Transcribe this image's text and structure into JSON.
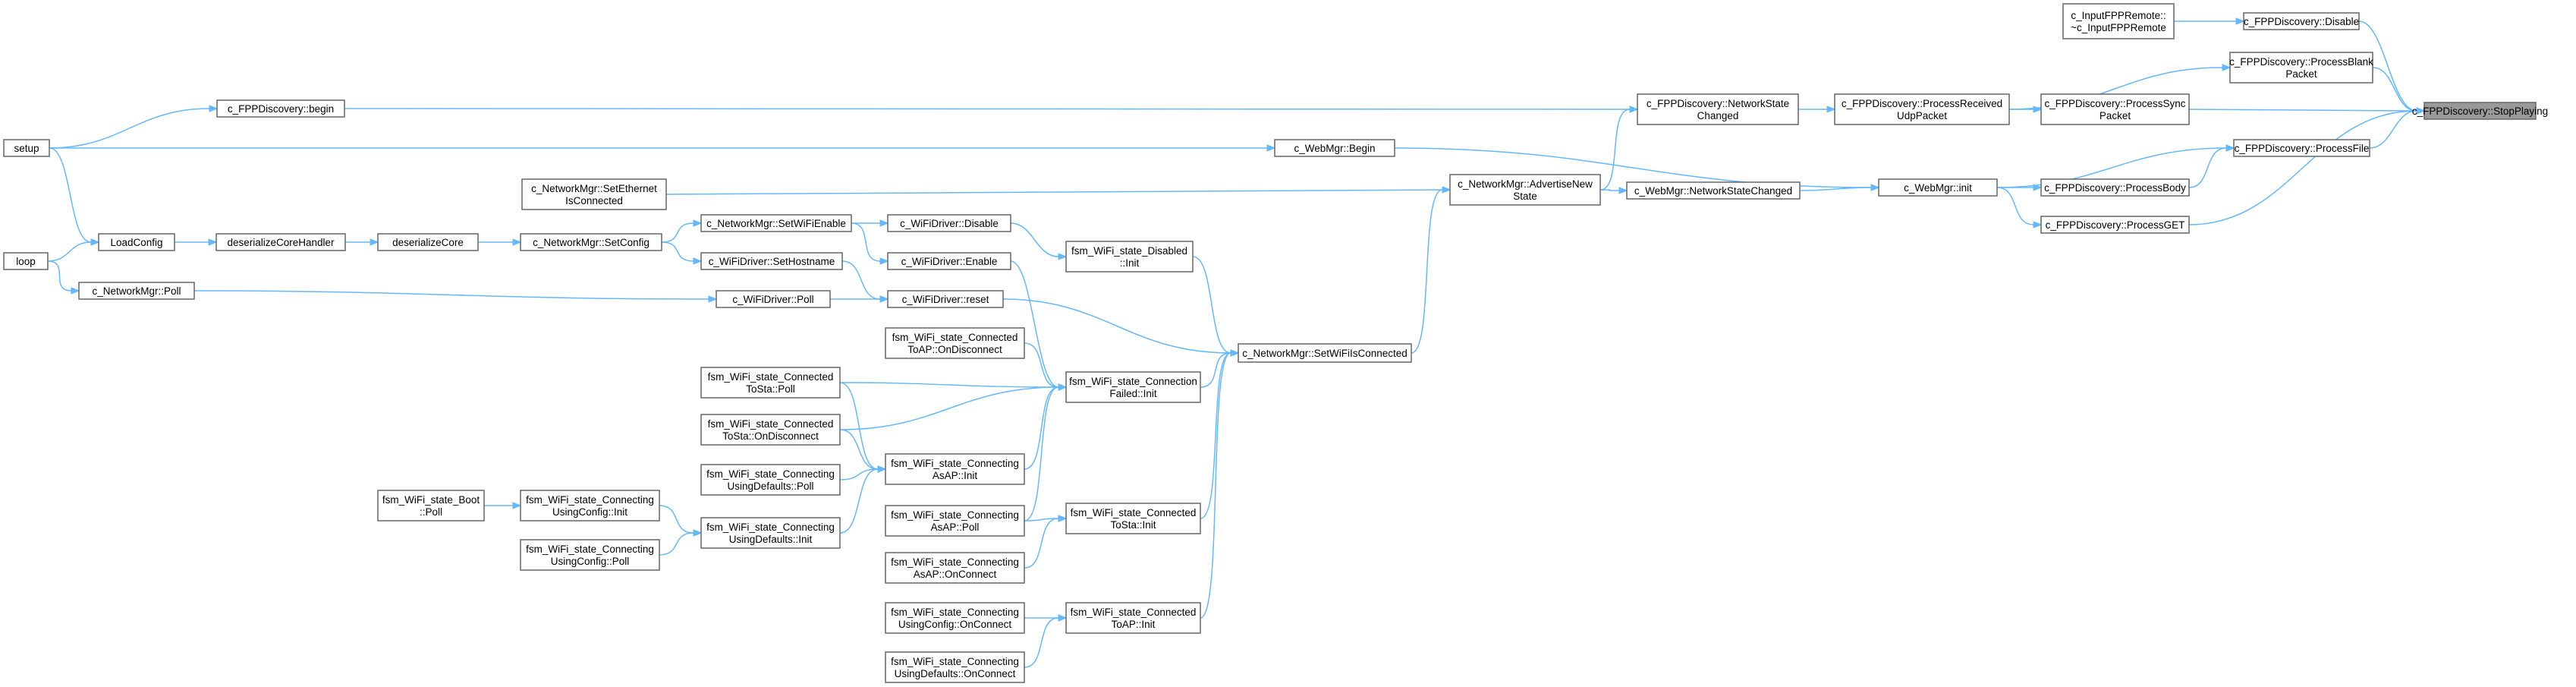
{
  "graph": {
    "direction": "right-to-left (callers on the left)",
    "colors": {
      "edge": "#63b8ff",
      "node_border": "#666666",
      "root_fill": "#999999",
      "node_fill": "#ffffff"
    },
    "nodes": [
      {
        "id": "stop",
        "lines": [
          "c_FPPDiscovery::StopPlaying"
        ],
        "root": true
      },
      {
        "id": "inputremote",
        "lines": [
          "c_InputFPPRemote::",
          "~c_InputFPPRemote"
        ]
      },
      {
        "id": "disable",
        "lines": [
          "c_FPPDiscovery::Disable"
        ]
      },
      {
        "id": "blank",
        "lines": [
          "c_FPPDiscovery::ProcessBlank",
          "Packet"
        ]
      },
      {
        "id": "sync",
        "lines": [
          "c_FPPDiscovery::ProcessSync",
          "Packet"
        ]
      },
      {
        "id": "file",
        "lines": [
          "c_FPPDiscovery::ProcessFile"
        ]
      },
      {
        "id": "body",
        "lines": [
          "c_FPPDiscovery::ProcessBody"
        ]
      },
      {
        "id": "get",
        "lines": [
          "c_FPPDiscovery::ProcessGET"
        ]
      },
      {
        "id": "udp",
        "lines": [
          "c_FPPDiscovery::ProcessReceived",
          "UdpPacket"
        ]
      },
      {
        "id": "webinit",
        "lines": [
          "c_WebMgr::init"
        ]
      },
      {
        "id": "netchanged",
        "lines": [
          "c_FPPDiscovery::NetworkState",
          "Changed"
        ]
      },
      {
        "id": "webnetchanged",
        "lines": [
          "c_WebMgr::NetworkStateChanged"
        ]
      },
      {
        "id": "advertise",
        "lines": [
          "c_NetworkMgr::AdvertiseNew",
          "State"
        ]
      },
      {
        "id": "webbegin",
        "lines": [
          "c_WebMgr::Begin"
        ]
      },
      {
        "id": "fppbegin",
        "lines": [
          "c_FPPDiscovery::begin"
        ]
      },
      {
        "id": "setup",
        "lines": [
          "setup"
        ]
      },
      {
        "id": "setwifi",
        "lines": [
          "c_NetworkMgr::SetWiFiIsConnected"
        ]
      },
      {
        "id": "seteth",
        "lines": [
          "c_NetworkMgr::SetEthernet",
          "IsConnected"
        ]
      },
      {
        "id": "disabledinit",
        "lines": [
          "fsm_WiFi_state_Disabled",
          "::Init"
        ]
      },
      {
        "id": "driverdisable",
        "lines": [
          "c_WiFiDriver::Disable"
        ]
      },
      {
        "id": "driverenable",
        "lines": [
          "c_WiFiDriver::Enable"
        ]
      },
      {
        "id": "setwifienable",
        "lines": [
          "c_NetworkMgr::SetWiFiEnable"
        ]
      },
      {
        "id": "setconfig",
        "lines": [
          "c_NetworkMgr::SetConfig"
        ]
      },
      {
        "id": "sethostname",
        "lines": [
          "c_WiFiDriver::SetHostname"
        ]
      },
      {
        "id": "deserializecore",
        "lines": [
          "deserializeCore"
        ]
      },
      {
        "id": "deserializehandler",
        "lines": [
          "deserializeCoreHandler"
        ]
      },
      {
        "id": "loadconfig",
        "lines": [
          "LoadConfig"
        ]
      },
      {
        "id": "loop",
        "lines": [
          "loop"
        ]
      },
      {
        "id": "netpoll",
        "lines": [
          "c_NetworkMgr::Poll"
        ]
      },
      {
        "id": "driverpoll",
        "lines": [
          "c_WiFiDriver::Poll"
        ]
      },
      {
        "id": "driverreset",
        "lines": [
          "c_WiFiDriver::reset"
        ]
      },
      {
        "id": "connfailed",
        "lines": [
          "fsm_WiFi_state_Connection",
          "Failed::Init"
        ]
      },
      {
        "id": "ctoapdisc",
        "lines": [
          "fsm_WiFi_state_Connected",
          "ToAP::OnDisconnect"
        ]
      },
      {
        "id": "ctostapoll",
        "lines": [
          "fsm_WiFi_state_Connected",
          "ToSta::Poll"
        ]
      },
      {
        "id": "ctostadisc",
        "lines": [
          "fsm_WiFi_state_Connected",
          "ToSta::OnDisconnect"
        ]
      },
      {
        "id": "casapinit",
        "lines": [
          "fsm_WiFi_state_Connecting",
          "AsAP::Init"
        ]
      },
      {
        "id": "cudpoll",
        "lines": [
          "fsm_WiFi_state_Connecting",
          "UsingDefaults::Poll"
        ]
      },
      {
        "id": "cudinit",
        "lines": [
          "fsm_WiFi_state_Connecting",
          "UsingDefaults::Init"
        ]
      },
      {
        "id": "cucinit",
        "lines": [
          "fsm_WiFi_state_Connecting",
          "UsingConfig::Init"
        ]
      },
      {
        "id": "bootpoll",
        "lines": [
          "fsm_WiFi_state_Boot",
          "::Poll"
        ]
      },
      {
        "id": "cucpoll",
        "lines": [
          "fsm_WiFi_state_Connecting",
          "UsingConfig::Poll"
        ]
      },
      {
        "id": "casappoll",
        "lines": [
          "fsm_WiFi_state_Connecting",
          "AsAP::Poll"
        ]
      },
      {
        "id": "ctostainit",
        "lines": [
          "fsm_WiFi_state_Connected",
          "ToSta::Init"
        ]
      },
      {
        "id": "casaponconn",
        "lines": [
          "fsm_WiFi_state_Connecting",
          "AsAP::OnConnect"
        ]
      },
      {
        "id": "ctoapinit",
        "lines": [
          "fsm_WiFi_state_Connected",
          "ToAP::Init"
        ]
      },
      {
        "id": "cuconconn",
        "lines": [
          "fsm_WiFi_state_Connecting",
          "UsingConfig::OnConnect"
        ]
      },
      {
        "id": "cudonconn",
        "lines": [
          "fsm_WiFi_state_Connecting",
          "UsingDefaults::OnConnect"
        ]
      }
    ],
    "edges": [
      [
        "inputremote",
        "disable"
      ],
      [
        "disable",
        "stop"
      ],
      [
        "blank",
        "stop"
      ],
      [
        "sync",
        "stop"
      ],
      [
        "file",
        "stop"
      ],
      [
        "get",
        "stop"
      ],
      [
        "udp",
        "blank"
      ],
      [
        "udp",
        "sync"
      ],
      [
        "body",
        "file"
      ],
      [
        "webinit",
        "file"
      ],
      [
        "webinit",
        "body"
      ],
      [
        "webinit",
        "get"
      ],
      [
        "netchanged",
        "udp"
      ],
      [
        "fppbegin",
        "netchanged"
      ],
      [
        "advertise",
        "netchanged"
      ],
      [
        "advertise",
        "webnetchanged"
      ],
      [
        "webnetchanged",
        "webinit"
      ],
      [
        "webbegin",
        "webinit"
      ],
      [
        "setup",
        "webbegin"
      ],
      [
        "setup",
        "fppbegin"
      ],
      [
        "setup",
        "loadconfig"
      ],
      [
        "setwifi",
        "advertise"
      ],
      [
        "seteth",
        "advertise"
      ],
      [
        "disabledinit",
        "setwifi"
      ],
      [
        "driverreset",
        "setwifi"
      ],
      [
        "connfailed",
        "setwifi"
      ],
      [
        "ctostainit",
        "setwifi"
      ],
      [
        "ctoapinit",
        "setwifi"
      ],
      [
        "driverdisable",
        "disabledinit"
      ],
      [
        "setwifienable",
        "driverdisable"
      ],
      [
        "setwifienable",
        "driverenable"
      ],
      [
        "driverenable",
        "connfailed"
      ],
      [
        "setconfig",
        "setwifienable"
      ],
      [
        "setconfig",
        "sethostname"
      ],
      [
        "sethostname",
        "driverreset"
      ],
      [
        "driverpoll",
        "driverreset"
      ],
      [
        "netpoll",
        "driverpoll"
      ],
      [
        "loop",
        "netpoll"
      ],
      [
        "deserializecore",
        "setconfig"
      ],
      [
        "deserializehandler",
        "deserializecore"
      ],
      [
        "loadconfig",
        "deserializehandler"
      ],
      [
        "loop",
        "loadconfig"
      ],
      [
        "ctoapdisc",
        "connfailed"
      ],
      [
        "ctostapoll",
        "connfailed"
      ],
      [
        "ctostadisc",
        "connfailed"
      ],
      [
        "casapinit",
        "connfailed"
      ],
      [
        "casappoll",
        "connfailed"
      ],
      [
        "ctostapoll",
        "casapinit"
      ],
      [
        "ctostadisc",
        "casapinit"
      ],
      [
        "cudpoll",
        "casapinit"
      ],
      [
        "cudinit",
        "casapinit"
      ],
      [
        "cucinit",
        "cudinit"
      ],
      [
        "bootpoll",
        "cucinit"
      ],
      [
        "cucpoll",
        "cudinit"
      ],
      [
        "casappoll",
        "ctostainit"
      ],
      [
        "casaponconn",
        "ctostainit"
      ],
      [
        "cuconconn",
        "ctoapinit"
      ],
      [
        "cudonconn",
        "ctoapinit"
      ]
    ]
  }
}
